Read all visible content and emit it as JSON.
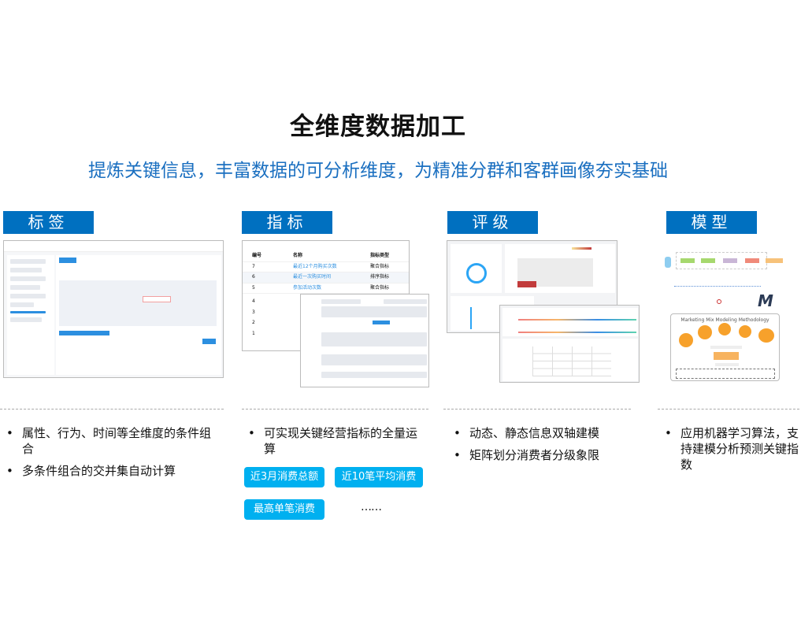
{
  "title": "全维度数据加工",
  "subtitle": "提炼关键信息，丰富数据的可分析维度，为精准分群和客群画像夯实基础",
  "sections": [
    {
      "header": "标签",
      "bullets": [
        "属性、行为、时间等全维度的条件组合",
        "多条件组合的交并集自动计算"
      ]
    },
    {
      "header": "指标",
      "bullets": [
        "可实现关键经营指标的全量运算"
      ],
      "chips": [
        "近3月消费总额",
        "近10笔平均消费",
        "最高单笔消费"
      ],
      "ellipsis": "……"
    },
    {
      "header": "评级",
      "bullets": [
        "动态、静态信息双轴建模",
        "矩阵划分消费者分级象限"
      ]
    },
    {
      "header": "模型",
      "bullets": [
        "应用机器学习算法，支持建模分析预测关键指数"
      ]
    }
  ],
  "metrics_table": {
    "columns": [
      "编号",
      "名称",
      "指标类型"
    ],
    "rows": [
      [
        "7",
        "最近12个月购买次数",
        "聚合指标"
      ],
      [
        "6",
        "最近一次购买时间",
        "排序指标"
      ],
      [
        "5",
        "参加活动次数",
        "聚合指标"
      ],
      [
        "4",
        "",
        ""
      ],
      [
        "3",
        "",
        ""
      ],
      [
        "2",
        "",
        ""
      ],
      [
        "1",
        "",
        ""
      ]
    ]
  },
  "model_diagram": {
    "title": "Marketing Mix Modeling Methodology"
  },
  "colors": {
    "header_bg": "#0070c0",
    "subtitle": "#1a6fc0",
    "chip_bg": "#00b0f0"
  }
}
